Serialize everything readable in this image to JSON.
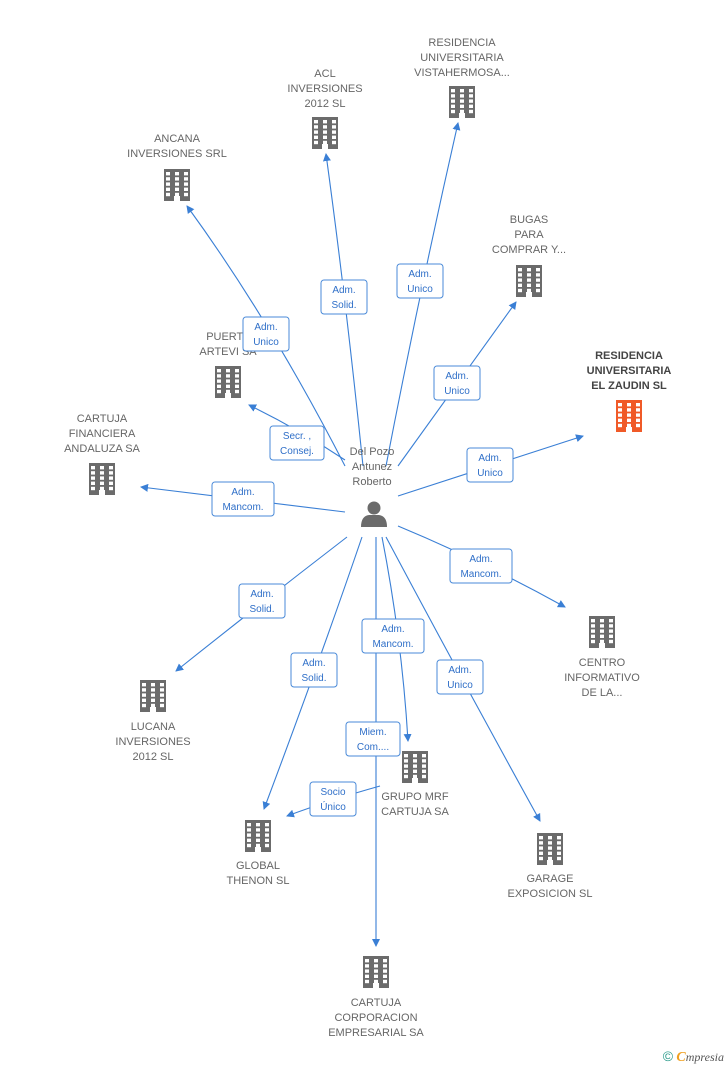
{
  "colors": {
    "edge": "#3a7fd5",
    "building": "#6b6b6b",
    "building_highlight": "#f05a28",
    "person": "#6b6b6b"
  },
  "center": {
    "name_lines": [
      "Del Pozo",
      "Antunez",
      "Roberto"
    ],
    "icon": "person-icon"
  },
  "companies": [
    {
      "id": "residencia-vistahermosa",
      "lines": [
        "RESIDENCIA",
        "UNIVERSITARIA",
        "VISTAHERMOSA..."
      ],
      "icon": "building-icon"
    },
    {
      "id": "acl-inversiones",
      "lines": [
        "ACL",
        "INVERSIONES",
        "2012 SL"
      ],
      "icon": "building-icon"
    },
    {
      "id": "ancana-inversiones",
      "lines": [
        "ANCANA",
        "INVERSIONES SRL"
      ],
      "icon": "building-icon"
    },
    {
      "id": "bugas",
      "lines": [
        "BUGAS",
        "PARA",
        "COMPRAR Y..."
      ],
      "icon": "building-icon"
    },
    {
      "id": "puerta-artevi",
      "lines": [
        "PUERTA",
        "ARTEVI SA"
      ],
      "icon": "building-icon"
    },
    {
      "id": "residencia-zaudin",
      "lines": [
        "RESIDENCIA",
        "UNIVERSITARIA",
        "EL ZAUDIN  SL"
      ],
      "icon": "building-icon",
      "highlight": true
    },
    {
      "id": "cartuja-financiera",
      "lines": [
        "CARTUJA",
        "FINANCIERA",
        "ANDALUZA SA"
      ],
      "icon": "building-icon"
    },
    {
      "id": "centro-informativo",
      "lines": [
        "CENTRO",
        "INFORMATIVO",
        "DE LA..."
      ],
      "icon": "building-icon"
    },
    {
      "id": "lucana-inversiones",
      "lines": [
        "LUCANA",
        "INVERSIONES",
        "2012 SL"
      ],
      "icon": "building-icon"
    },
    {
      "id": "grupo-mrf",
      "lines": [
        "GRUPO MRF",
        "CARTUJA SA"
      ],
      "icon": "building-icon"
    },
    {
      "id": "global-thenon",
      "lines": [
        "GLOBAL",
        "THENON SL"
      ],
      "icon": "building-icon"
    },
    {
      "id": "garage-exposicion",
      "lines": [
        "GARAGE",
        "EXPOSICION SL"
      ],
      "icon": "building-icon"
    },
    {
      "id": "cartuja-corporacion",
      "lines": [
        "CARTUJA",
        "CORPORACION",
        "EMPRESARIAL SA"
      ],
      "icon": "building-icon"
    }
  ],
  "relations": [
    {
      "to": "residencia-vistahermosa",
      "lines": [
        "Adm.",
        "Unico"
      ]
    },
    {
      "to": "acl-inversiones",
      "lines": [
        "Adm.",
        "Solid."
      ]
    },
    {
      "to": "ancana-inversiones",
      "lines": [
        "Adm.",
        "Unico"
      ]
    },
    {
      "to": "bugas",
      "lines": [
        "Adm.",
        "Unico"
      ]
    },
    {
      "to": "puerta-artevi",
      "lines": [
        "Secr. ,",
        "Consej."
      ]
    },
    {
      "to": "residencia-zaudin",
      "lines": [
        "Adm.",
        "Unico"
      ]
    },
    {
      "to": "cartuja-financiera",
      "lines": [
        "Adm.",
        "Mancom."
      ]
    },
    {
      "to": "centro-informativo",
      "lines": [
        "Adm.",
        "Mancom."
      ]
    },
    {
      "to": "lucana-inversiones",
      "lines": [
        "Adm.",
        "Solid."
      ]
    },
    {
      "to": "grupo-mrf",
      "lines": [
        "Adm.",
        "Mancom."
      ]
    },
    {
      "to": "global-thenon",
      "lines": [
        "Adm.",
        "Solid."
      ]
    },
    {
      "to": "garage-exposicion",
      "lines": [
        "Adm.",
        "Unico"
      ]
    },
    {
      "to": "cartuja-corporacion",
      "lines": [
        "Miem.",
        "Com...."
      ]
    },
    {
      "from": "grupo-mrf",
      "to": "global-thenon",
      "lines": [
        "Socio",
        "Único"
      ]
    }
  ],
  "footer": {
    "copyright": "©",
    "brand_initial": "C",
    "brand_rest": "mpresia"
  }
}
